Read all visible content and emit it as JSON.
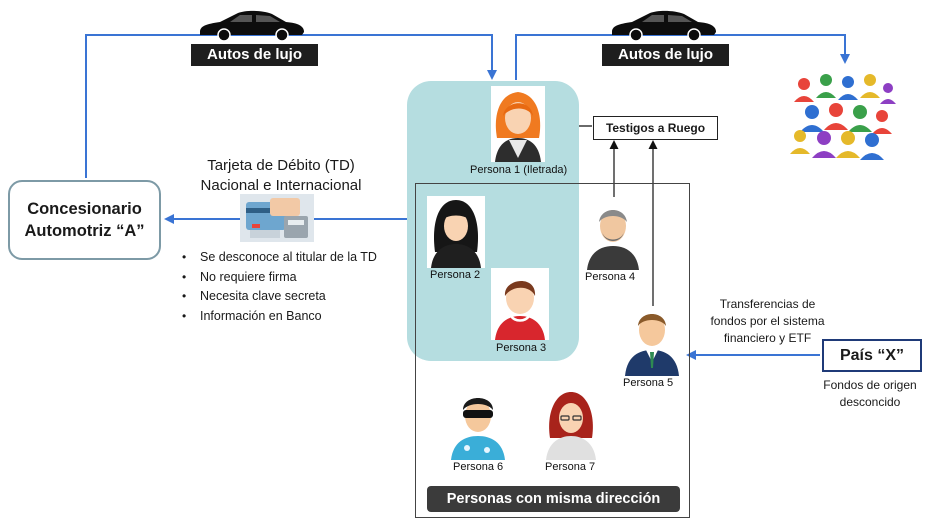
{
  "flow": {
    "car_label_left": "Autos de lujo",
    "car_label_right": "Autos de lujo",
    "concesionario": {
      "line1": "Concesionario",
      "line2": "Automotriz  “A”"
    },
    "tarjeta": {
      "line1": "Tarjeta de Débito (TD)",
      "line2": "Nacional e Internacional"
    },
    "bullets": [
      "Se desconoce  al titular de la TD",
      "No requiere firma",
      "Necesita clave secreta",
      "Información  en Banco"
    ],
    "testigos": "Testigos a Ruego",
    "transfer": {
      "line1": "Transferencias  de",
      "line2": "fondos por el sistema",
      "line3": "financiero y ETF"
    },
    "pais": "País “X”",
    "fondos": {
      "line1": "Fondos de origen",
      "line2": "desconcido"
    },
    "misma_direccion": "Personas con misma dirección"
  },
  "persons": {
    "p1": "Persona 1 (Iletrada)",
    "p2": "Persona 2",
    "p3": "Persona 3",
    "p4": "Persona 4",
    "p5": "Persona 5",
    "p6": "Persona 6",
    "p7": "Persona 7"
  },
  "colors": {
    "arrow": "#3a74d4",
    "teal_zone": "#b5dde0",
    "dark_label": "#1e1e1e",
    "pais_border": "#1f3a78"
  },
  "icons": [
    "car-icon",
    "crowd-icon",
    "card-terminal-icon",
    "person-avatar-icon"
  ]
}
